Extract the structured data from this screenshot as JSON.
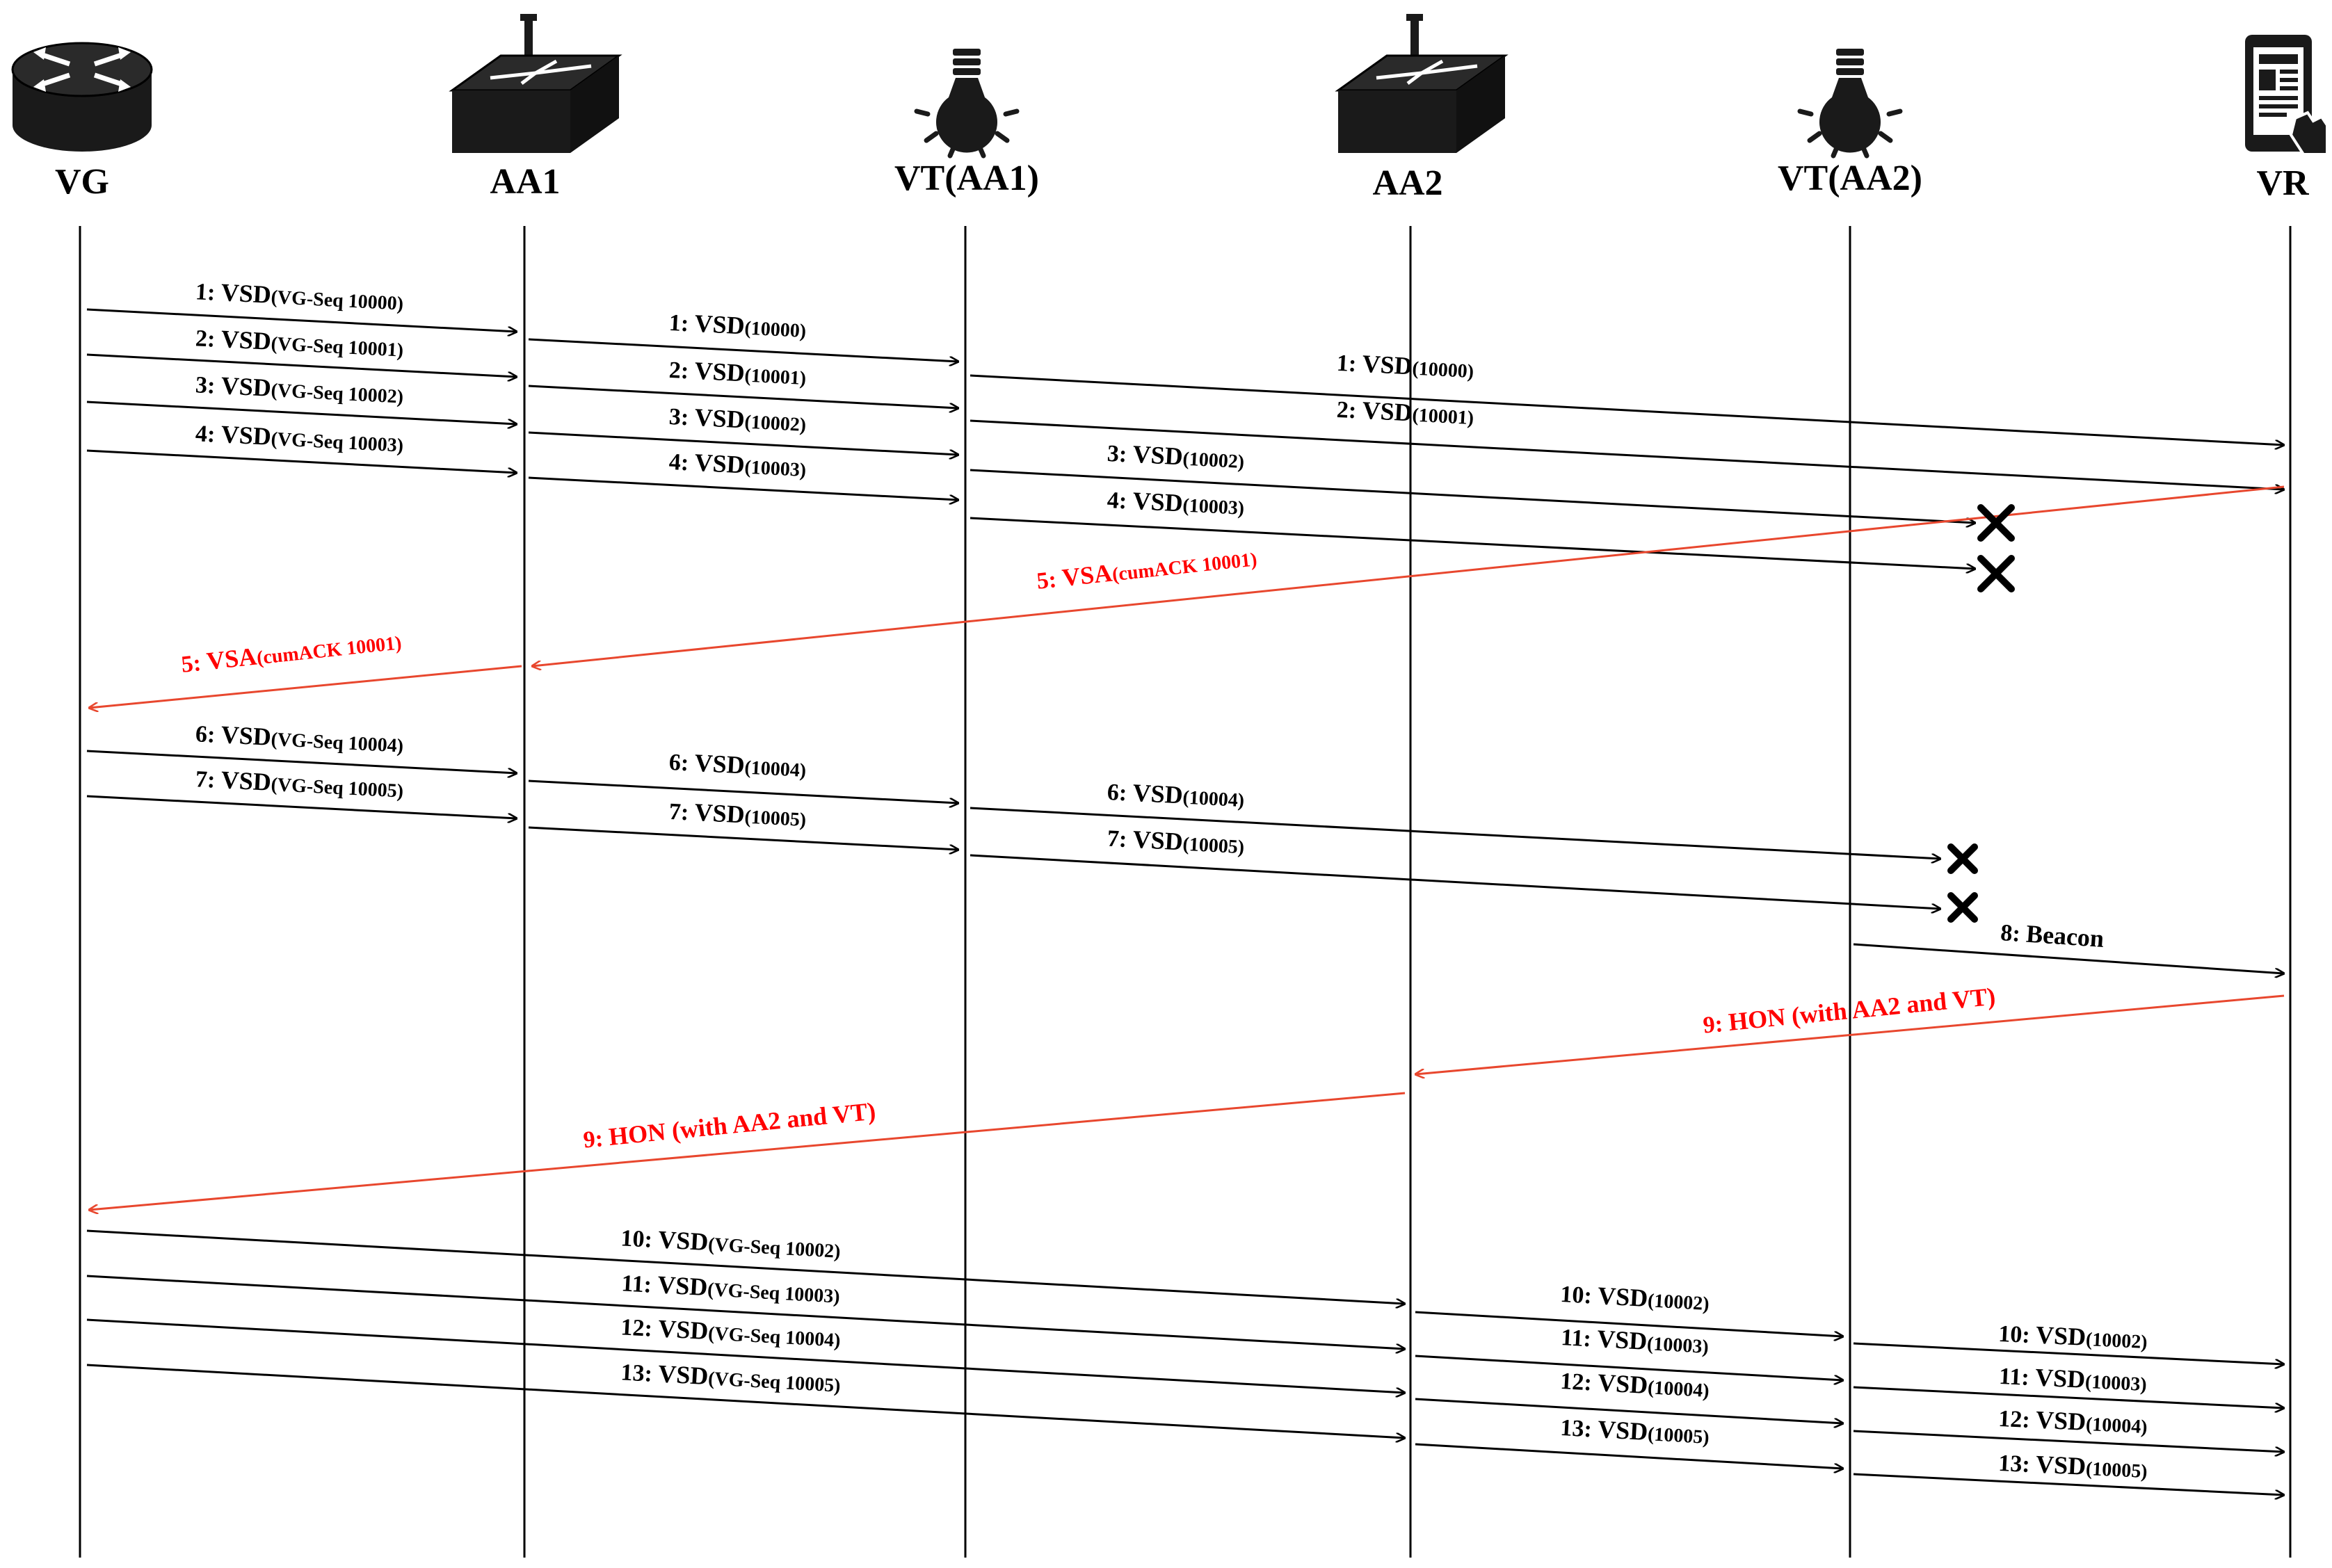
{
  "colors": {
    "black": "#000000",
    "red": "#ff0000",
    "red_line": "#e8472e",
    "icon": "#1a1a1a"
  },
  "nodes": [
    {
      "id": "vg",
      "label": "VG",
      "icon": "router-icon"
    },
    {
      "id": "aa1",
      "label": "AA1",
      "icon": "wireless-router-icon"
    },
    {
      "id": "vt1",
      "label": "VT(AA1)",
      "icon": "light-bulb-icon"
    },
    {
      "id": "aa2",
      "label": "AA2",
      "icon": "wireless-router-icon"
    },
    {
      "id": "vt2",
      "label": "VT(AA2)",
      "icon": "light-bulb-icon"
    },
    {
      "id": "vr",
      "label": "VR",
      "icon": "smartphone-icon"
    }
  ],
  "messages": [
    {
      "id": "m1a",
      "from": "vg",
      "to": "aa1",
      "num": "1:",
      "text": "VSD",
      "sub": "(VG-Seq 10000)",
      "color": "black"
    },
    {
      "id": "m2a",
      "from": "vg",
      "to": "aa1",
      "num": "2:",
      "text": "VSD",
      "sub": "(VG-Seq 10001)",
      "color": "black"
    },
    {
      "id": "m3a",
      "from": "vg",
      "to": "aa1",
      "num": "3:",
      "text": "VSD",
      "sub": "(VG-Seq 10002)",
      "color": "black"
    },
    {
      "id": "m4a",
      "from": "vg",
      "to": "aa1",
      "num": "4:",
      "text": "VSD",
      "sub": "(VG-Seq 10003)",
      "color": "black"
    },
    {
      "id": "m1b",
      "from": "aa1",
      "to": "vt1",
      "num": "1:",
      "text": "VSD",
      "sub": "(10000)",
      "color": "black"
    },
    {
      "id": "m2b",
      "from": "aa1",
      "to": "vt1",
      "num": "2:",
      "text": "VSD",
      "sub": "(10001)",
      "color": "black"
    },
    {
      "id": "m3b",
      "from": "aa1",
      "to": "vt1",
      "num": "3:",
      "text": "VSD",
      "sub": "(10002)",
      "color": "black"
    },
    {
      "id": "m4b",
      "from": "aa1",
      "to": "vt1",
      "num": "4:",
      "text": "VSD",
      "sub": "(10003)",
      "color": "black"
    },
    {
      "id": "m1c",
      "from": "vt1",
      "to": "vr",
      "num": "1:",
      "text": "VSD",
      "sub": "(10000)",
      "color": "black"
    },
    {
      "id": "m2c",
      "from": "vt1",
      "to": "vr",
      "num": "2:",
      "text": "VSD",
      "sub": "(10001)",
      "color": "black"
    },
    {
      "id": "m3c",
      "from": "vt1",
      "to": "lost",
      "num": "3:",
      "text": "VSD",
      "sub": "(10002)",
      "color": "black",
      "lost": true
    },
    {
      "id": "m4c",
      "from": "vt1",
      "to": "lost",
      "num": "4:",
      "text": "VSD",
      "sub": "(10003)",
      "color": "black",
      "lost": true
    },
    {
      "id": "m5a",
      "from": "vr",
      "to": "aa1",
      "num": "5:",
      "text": "VSA",
      "sub": "(cumACK 10001)",
      "color": "red"
    },
    {
      "id": "m5b",
      "from": "aa1",
      "to": "vg",
      "num": "5:",
      "text": "VSA",
      "sub": "(cumACK 10001)",
      "color": "red"
    },
    {
      "id": "m6a",
      "from": "vg",
      "to": "aa1",
      "num": "6:",
      "text": "VSD",
      "sub": "(VG-Seq 10004)",
      "color": "black"
    },
    {
      "id": "m7a",
      "from": "vg",
      "to": "aa1",
      "num": "7:",
      "text": "VSD",
      "sub": "(VG-Seq 10005)",
      "color": "black"
    },
    {
      "id": "m6b",
      "from": "aa1",
      "to": "vt1",
      "num": "6:",
      "text": "VSD",
      "sub": "(10004)",
      "color": "black"
    },
    {
      "id": "m7b",
      "from": "aa1",
      "to": "vt1",
      "num": "7:",
      "text": "VSD",
      "sub": "(10005)",
      "color": "black"
    },
    {
      "id": "m6c",
      "from": "vt1",
      "to": "lost",
      "num": "6:",
      "text": "VSD",
      "sub": "(10004)",
      "color": "black",
      "lost": true
    },
    {
      "id": "m7c",
      "from": "vt1",
      "to": "lost",
      "num": "7:",
      "text": "VSD",
      "sub": "(10005)",
      "color": "black",
      "lost": true
    },
    {
      "id": "m8",
      "from": "vt2",
      "to": "vr",
      "num": "8:",
      "text": "Beacon",
      "sub": "",
      "color": "black"
    },
    {
      "id": "m9a",
      "from": "vr",
      "to": "aa2",
      "num": "9:",
      "text": "HON (with AA2 and VT)",
      "sub": "",
      "color": "red"
    },
    {
      "id": "m9b",
      "from": "aa2",
      "to": "vg",
      "num": "9:",
      "text": "HON (with AA2 and VT)",
      "sub": "",
      "color": "red"
    },
    {
      "id": "m10a",
      "from": "vg",
      "to": "aa2",
      "num": "10:",
      "text": "VSD",
      "sub": "(VG-Seq 10002)",
      "color": "black"
    },
    {
      "id": "m11a",
      "from": "vg",
      "to": "aa2",
      "num": "11:",
      "text": "VSD",
      "sub": "(VG-Seq 10003)",
      "color": "black"
    },
    {
      "id": "m12a",
      "from": "vg",
      "to": "aa2",
      "num": "12:",
      "text": "VSD",
      "sub": "(VG-Seq 10004)",
      "color": "black"
    },
    {
      "id": "m13a",
      "from": "vg",
      "to": "aa2",
      "num": "13:",
      "text": "VSD",
      "sub": "(VG-Seq 10005)",
      "color": "black"
    },
    {
      "id": "m10b",
      "from": "aa2",
      "to": "vt2",
      "num": "10:",
      "text": "VSD",
      "sub": "(10002)",
      "color": "black"
    },
    {
      "id": "m11b",
      "from": "aa2",
      "to": "vt2",
      "num": "11:",
      "text": "VSD",
      "sub": "(10003)",
      "color": "black"
    },
    {
      "id": "m12b",
      "from": "aa2",
      "to": "vt2",
      "num": "12:",
      "text": "VSD",
      "sub": "(10004)",
      "color": "black"
    },
    {
      "id": "m13b",
      "from": "aa2",
      "to": "vt2",
      "num": "13:",
      "text": "VSD",
      "sub": "(10005)",
      "color": "black"
    },
    {
      "id": "m10c",
      "from": "vt2",
      "to": "vr",
      "num": "10:",
      "text": "VSD",
      "sub": "(10002)",
      "color": "black"
    },
    {
      "id": "m11c",
      "from": "vt2",
      "to": "vr",
      "num": "11:",
      "text": "VSD",
      "sub": "(10003)",
      "color": "black"
    },
    {
      "id": "m12c",
      "from": "vt2",
      "to": "vr",
      "num": "12:",
      "text": "VSD",
      "sub": "(10004)",
      "color": "black"
    },
    {
      "id": "m13c",
      "from": "vt2",
      "to": "vr",
      "num": "13:",
      "text": "VSD",
      "sub": "(10005)",
      "color": "black"
    }
  ]
}
